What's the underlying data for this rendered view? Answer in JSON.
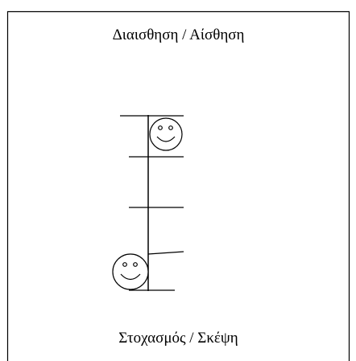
{
  "diagram": {
    "top_label": "Διαισθηση / Αίσθηση",
    "bottom_label": "Στοχασμός / Σκέψη",
    "markers": [
      {
        "icon": "smiley-face-icon",
        "position": "top"
      },
      {
        "icon": "smiley-face-icon",
        "position": "bottom"
      }
    ],
    "colors": {
      "stroke": "#000000",
      "background": "#ffffff"
    }
  }
}
